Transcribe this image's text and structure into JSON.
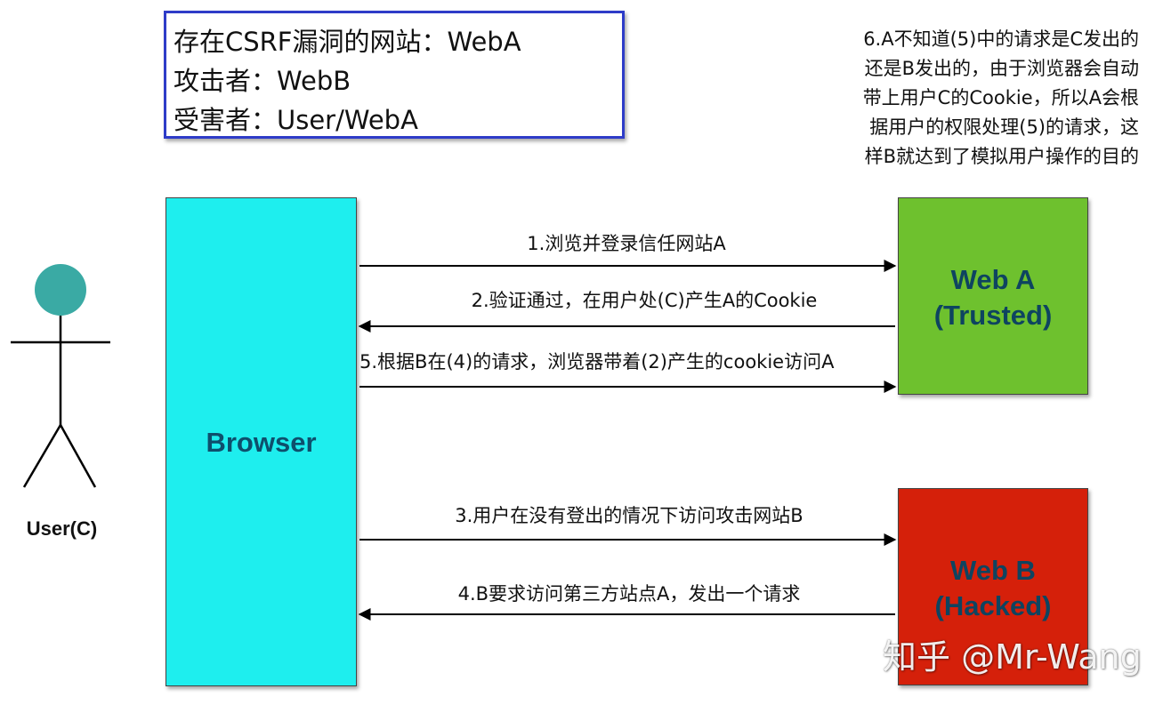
{
  "info_box": {
    "lines": [
      "存在CSRF漏洞的网站：WebA",
      "攻击者：WebB",
      "受害者：User/WebA"
    ]
  },
  "note": {
    "lines": [
      "6.A不知道(5)中的请求是C发出的",
      "还是B发出的，由于浏览器会自动",
      "带上用户C的Cookie，所以A会根",
      "据用户的权限处理(5)的请求，这",
      "样B就达到了模拟用户操作的目的"
    ]
  },
  "actor": {
    "label": "User(C)"
  },
  "browser": {
    "label": "Browser"
  },
  "web_a": {
    "line1": "Web A",
    "line2": "(Trusted)"
  },
  "web_b": {
    "line1": "Web B",
    "line2": "(Hacked)"
  },
  "arrows": [
    {
      "label": "1.浏览并登录信任网站A",
      "direction": "right"
    },
    {
      "label": "2.验证通过，在用户处(C)产生A的Cookie",
      "direction": "left"
    },
    {
      "label": "5.根据B在(4)的请求，浏览器带着(2)产生的cookie访问A",
      "direction": "right"
    },
    {
      "label": "3.用户在没有登出的情况下访问攻击网站B",
      "direction": "right"
    },
    {
      "label": "4.B要求访问第三方站点A，发出一个请求",
      "direction": "left"
    }
  ],
  "watermark": "知乎 @Mr-Wang",
  "colors": {
    "browser": "#1eeeee",
    "web_a": "#6ec12e",
    "web_b": "#d5200a",
    "actor_head": "#3aaaa4",
    "info_border": "#2e3cc8"
  }
}
